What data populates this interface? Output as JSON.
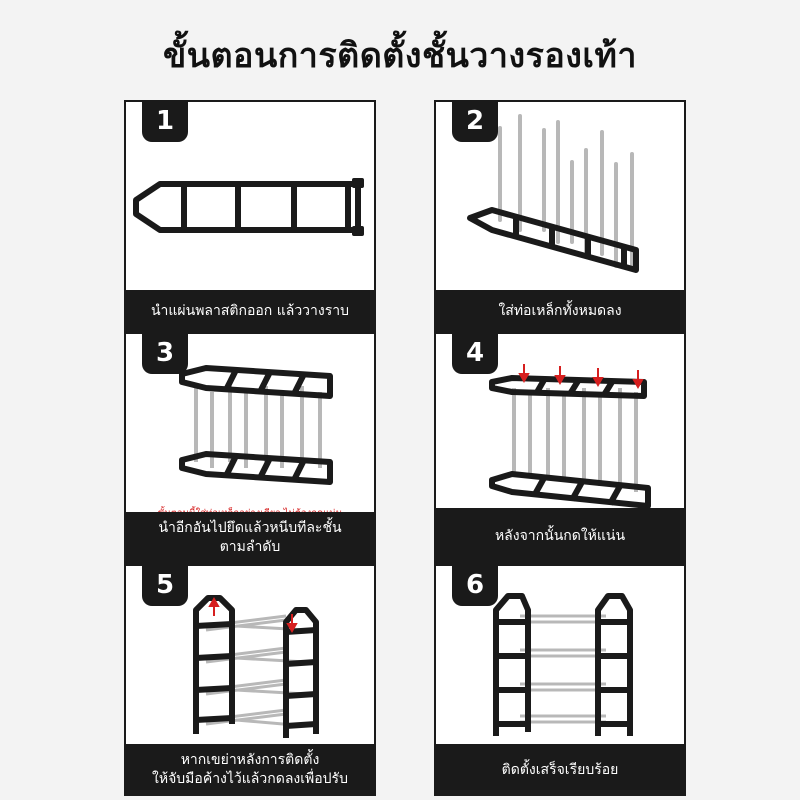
{
  "title": "ขั้นตอนการติดตั้งชั้นวางรองเท้า",
  "steps": [
    {
      "number": "1",
      "caption": "นำแผ่นพลาสติกออก แล้ววางราบ",
      "caption_line2": ""
    },
    {
      "number": "2",
      "caption": "ใส่ท่อเหล็กทั้งหมดลง",
      "caption_line2": ""
    },
    {
      "number": "3",
      "caption": "นำอีกอันไปยึดแล้วหนีบทีละชั้น",
      "caption_line2": "ตามลำดับ",
      "note": "ขั้นตอนนี้ใส่ท่อเหล็กอย่างเดียว ไม่ต้องกดแน่น"
    },
    {
      "number": "4",
      "caption": "หลังจากนั้นกดให้แน่น",
      "caption_line2": ""
    },
    {
      "number": "5",
      "caption": "หากเขย่าหลังการติดตั้ง",
      "caption_line2": "ให้จับมือค้างไว้แล้วกดลงเพื่อปรับ"
    },
    {
      "number": "6",
      "caption": "ติดตั้งเสร็จเรียบร้อย",
      "caption_line2": ""
    }
  ],
  "colors": {
    "frame": "#1a1a1a",
    "tube": "#b8b8b8",
    "arrow": "#d61f1f"
  }
}
